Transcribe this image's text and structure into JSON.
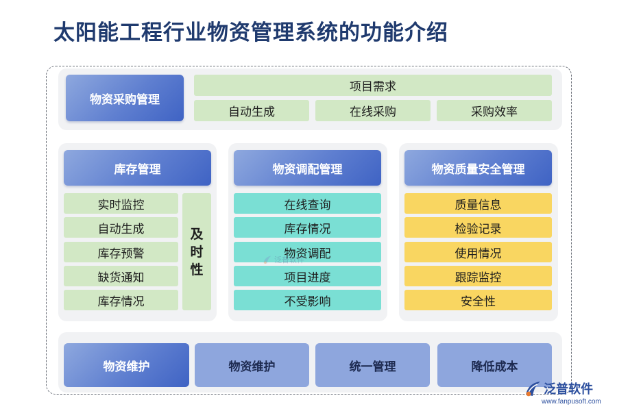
{
  "title": "太阳能工程行业物资管理系统的功能介绍",
  "procurement": {
    "header": "物资采购管理",
    "top_bar": "项目需求",
    "items": [
      "自动生成",
      "在线采购",
      "采购效率"
    ]
  },
  "inventory": {
    "header": "库存管理",
    "items": [
      "实时监控",
      "自动生成",
      "库存预警",
      "缺货通知",
      "库存情况"
    ],
    "side_label": [
      "及",
      "时",
      "性"
    ]
  },
  "allocation": {
    "header": "物资调配管理",
    "items": [
      "在线查询",
      "库存情况",
      "物资调配",
      "项目进度",
      "不受影响"
    ]
  },
  "quality": {
    "header": "物资质量安全管理",
    "items": [
      "质量信息",
      "检验记录",
      "使用情况",
      "跟踪监控",
      "安全性"
    ]
  },
  "maintenance": {
    "buttons": [
      "物资维护",
      "物资维护",
      "统一管理",
      "降低成本"
    ]
  },
  "brand": {
    "name": "泛普软件",
    "url": "www.fanpusoft.com",
    "watermark": "泛普软件"
  },
  "colors": {
    "header_blue": "#5f7fd0",
    "green": "#d2e8c5",
    "teal": "#7adfd4",
    "yellow": "#f9d661",
    "title": "#1f3a6e"
  }
}
